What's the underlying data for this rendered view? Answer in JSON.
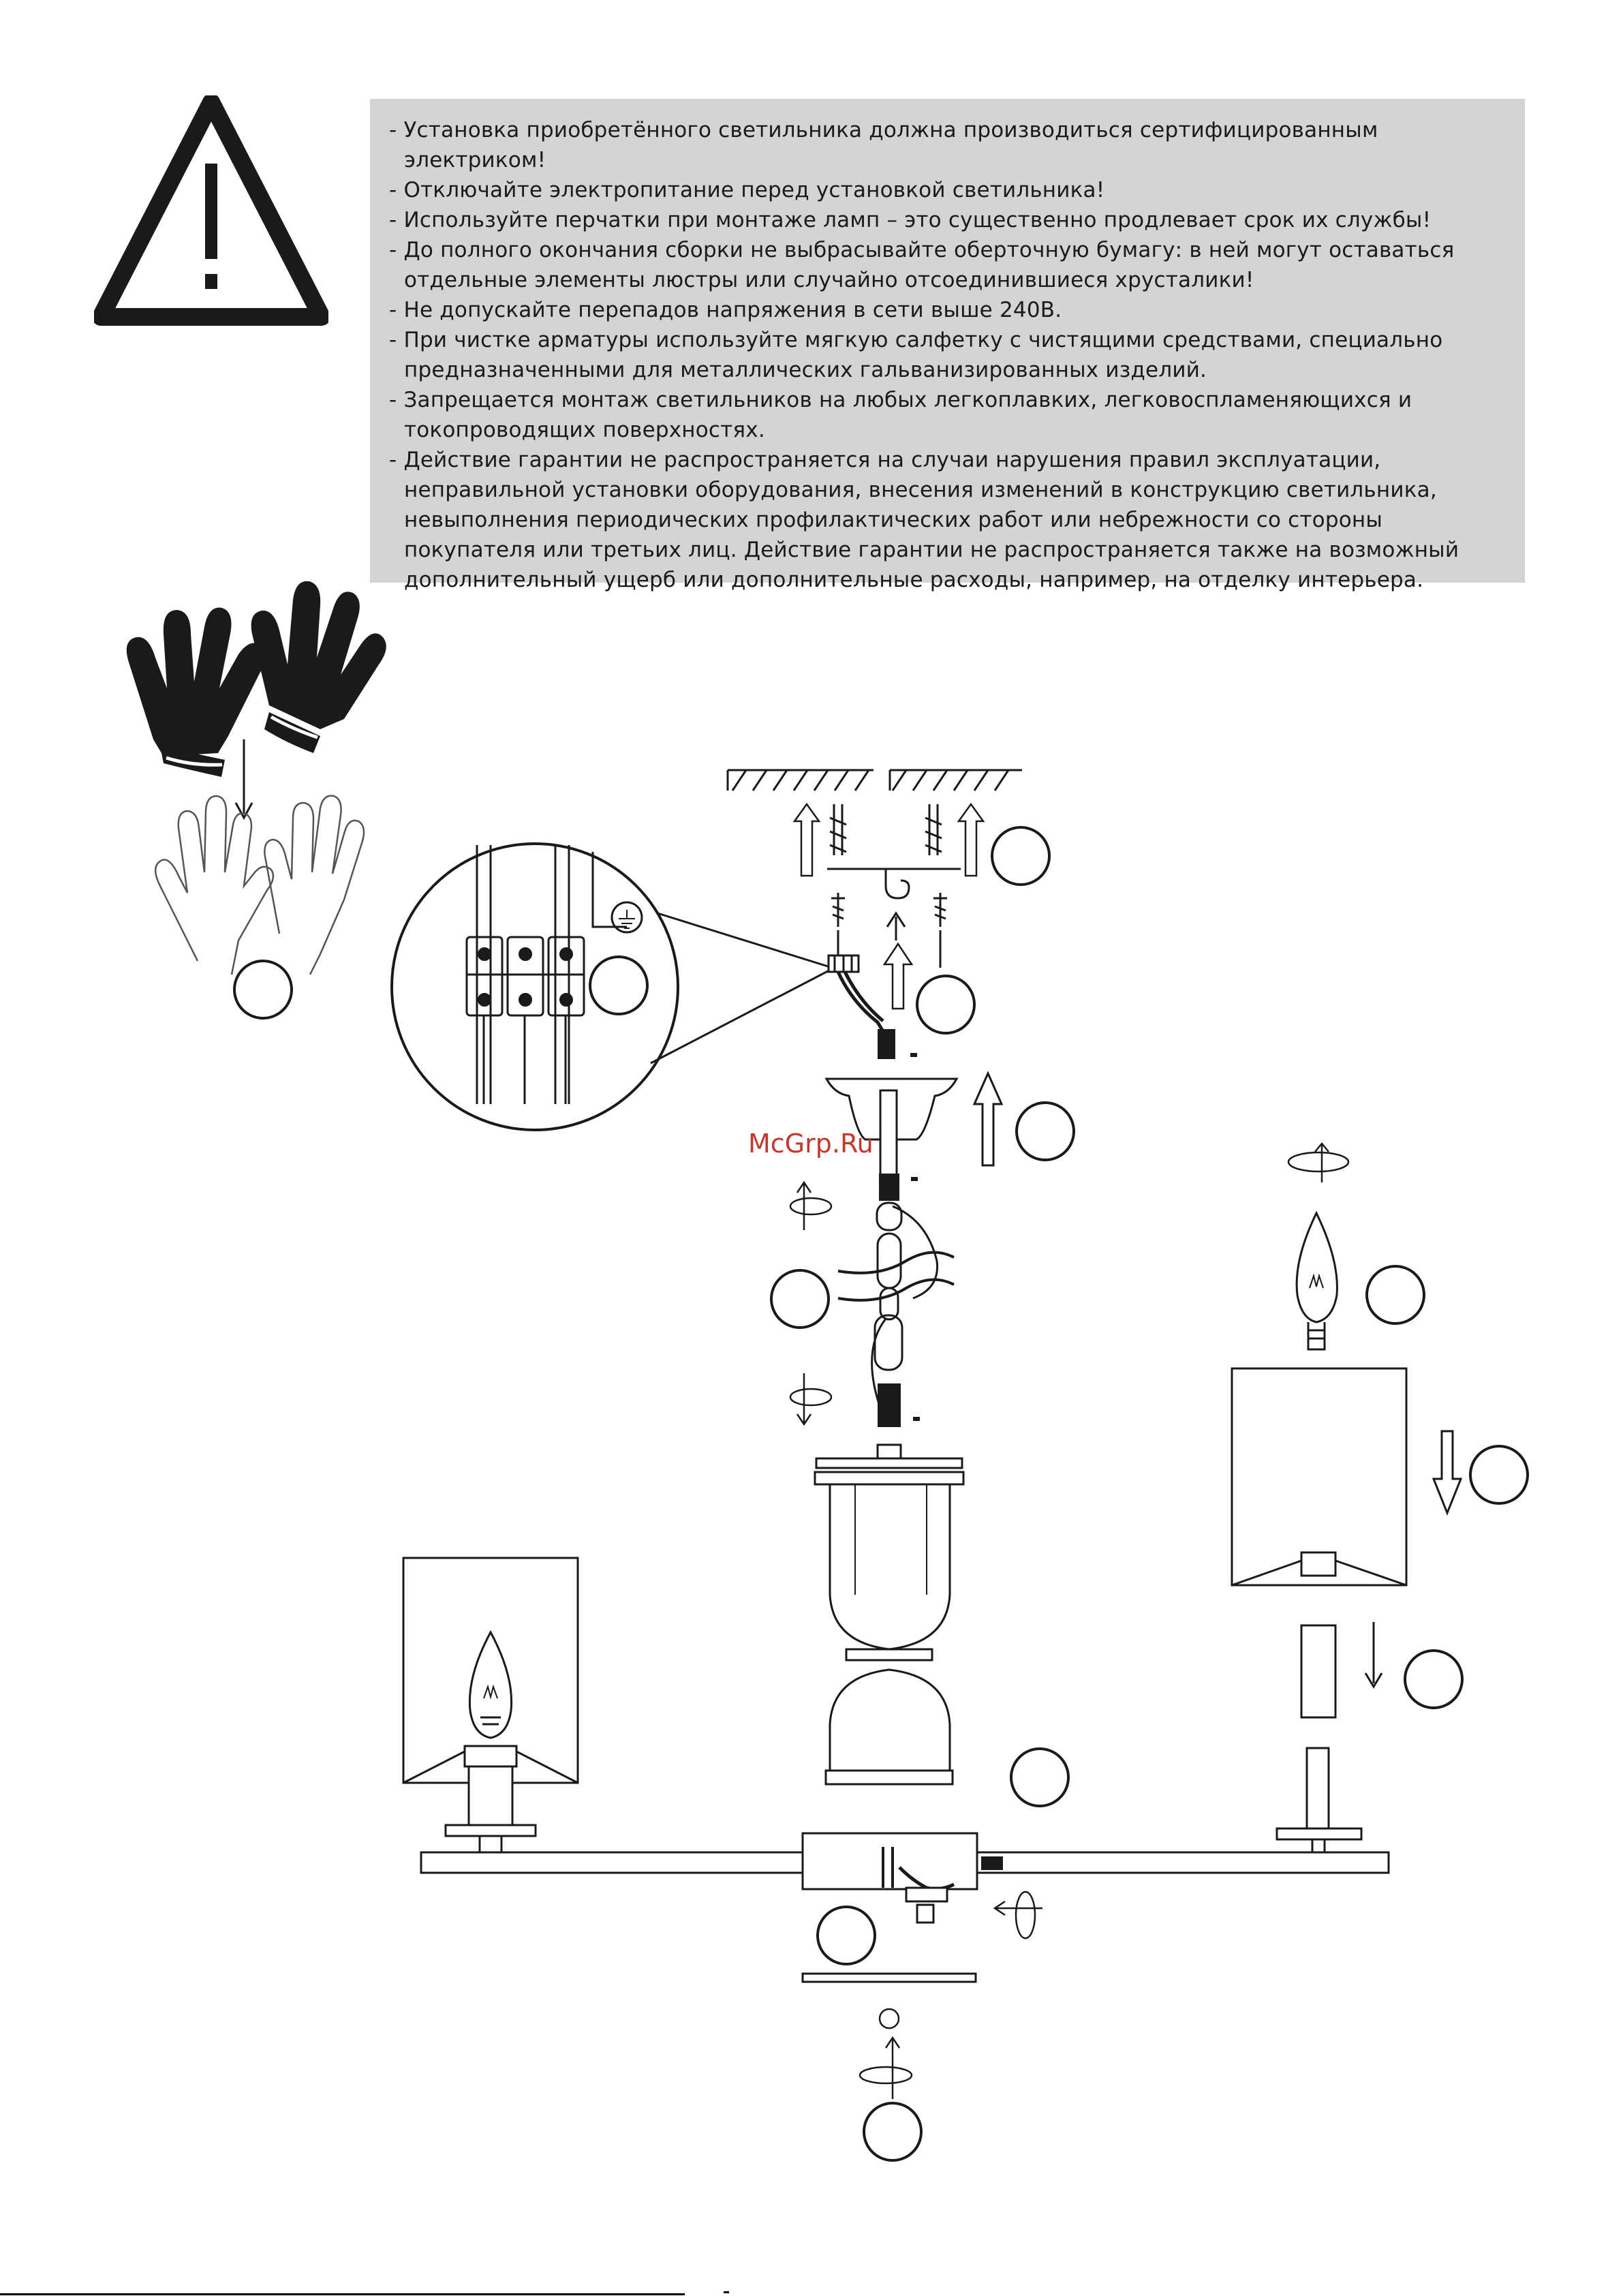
{
  "warning": {
    "icon": "warning-triangle-icon",
    "items": [
      {
        "text": "- Установка приобретённого светильника должна производиться сертифицированным электриком!"
      },
      {
        "text": "- Отключайте электропитание перед установкой светильника!"
      },
      {
        "text": "- Используйте перчатки при монтаже ламп – это существенно продлевает срок их службы!"
      },
      {
        "text": "- До полного окончания сборки не выбрасывайте оберточную бумагу: в ней могут оставаться отдельные элементы люстры или случайно отсоединившиеся хрусталики!"
      },
      {
        "text": "- Не допускайте перепадов напряжения в сети выше 240В."
      },
      {
        "text": "- При чистке арматуры используйте мягкую салфетку с чистящими средствами, специально предназначенными для металлических гальванизированных изделий."
      },
      {
        "text": "- Запрещается монтаж светильников на любых легкоплавких, легковоспламеняющихся и токопроводящих поверхностях."
      },
      {
        "text": "- Действие гарантии не распространяется на случаи нарушения правил эксплуатации, неправильной установки оборудования, внесения изменений в конструкцию светильника, невыполнения периодических профилактических работ или небрежности со стороны покупателя или третьих лиц. Действие гарантии не распространяется также на возможный дополнительный ущерб или дополнительные расходы, например, на отделку интерьера."
      }
    ]
  },
  "watermark": "McGrp.Ru",
  "colors": {
    "box_bg": "#d4d4d4",
    "ink": "#1a1a1a",
    "watermark": "#c0392b"
  },
  "icons": [
    "gloves-icon",
    "bare-hands-icon",
    "ground-symbol-icon",
    "rotate-arrow-icon",
    "up-arrow-icon",
    "down-arrow-icon",
    "bulb-icon",
    "hook-icon",
    "screw-icon"
  ]
}
